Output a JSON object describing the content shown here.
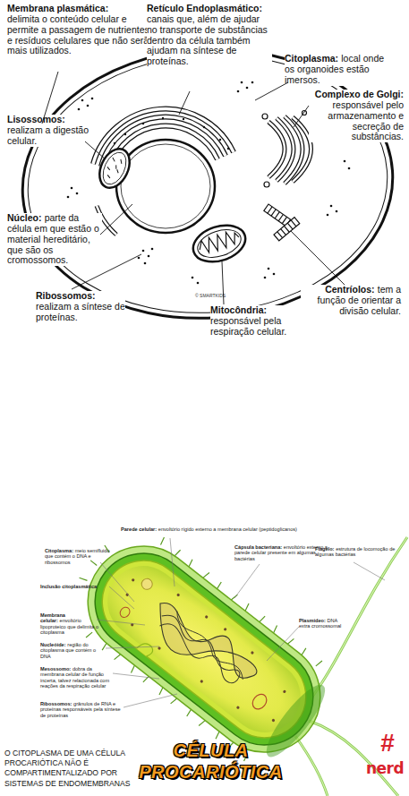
{
  "diagram": {
    "labels": [
      "Membrana plasmática:",
      "delimita o conteúdo celular e permite a passagem de nutrientes e resíduos celulares que não serão mais utilizados.",
      "Retículo Endoplasmático:",
      "canais que, além de ajudar no transporte de substâncias dentro da célula também ajudam na síntese de proteínas.",
      "Citoplasma:",
      "local onde os organoides estão imersos.",
      "Complexo de Golgi:",
      "responsável pelo armazenamento e secreção de substâncias.",
      "Lisossomos:",
      "realizam a digestão celular.",
      "Núcleo:",
      "parte da célula em que estão o material hereditário, que são os cromossomos.",
      "Ribossomos:",
      "realizam a síntese de proteínas.",
      "Centríolos:",
      "tem a função de orientar a divisão celular.",
      "Mitocôndria:",
      "responsável pela respiração celular.",
      "© SMARTKIDS",
      "Parede celular:",
      "envoltório rígido externo a membrana celular (peptidoglicanos)",
      "Cápsula bacteriana:",
      "envoltório externo a parede celular presente em algumas bactérias",
      "Flagelo:",
      "estrutura de locomoção de algumas bactérias",
      "Citoplasma:",
      "meio semifluido que contém o DNA e ribossomos",
      "Inclusão citoplasmática",
      "Membrana celular:",
      "envoltório lipoproteico que delimita o citoplasma",
      "Nucleóide:",
      "região do citoplasma que contém o DNA",
      "Mesossomo:",
      "dobra da membrana celular de função incerta, talvez relacionada com reações da respiração celular",
      "Plasmídeo:",
      "DNA extra cromossomal",
      "Ribossomos:",
      "grânulos de RNA e proteínas responsáveis pela síntese de proteínas",
      "O CITOPLASMA DE UMA CÉLULA PROCARIÓTICA NÃO É COMPARTIMENTALIZADO POR SISTEMAS DE ENDOMEMBRANAS",
      "CÉLULA PROCARIÓTICA",
      "#",
      "nerd"
    ]
  }
}
